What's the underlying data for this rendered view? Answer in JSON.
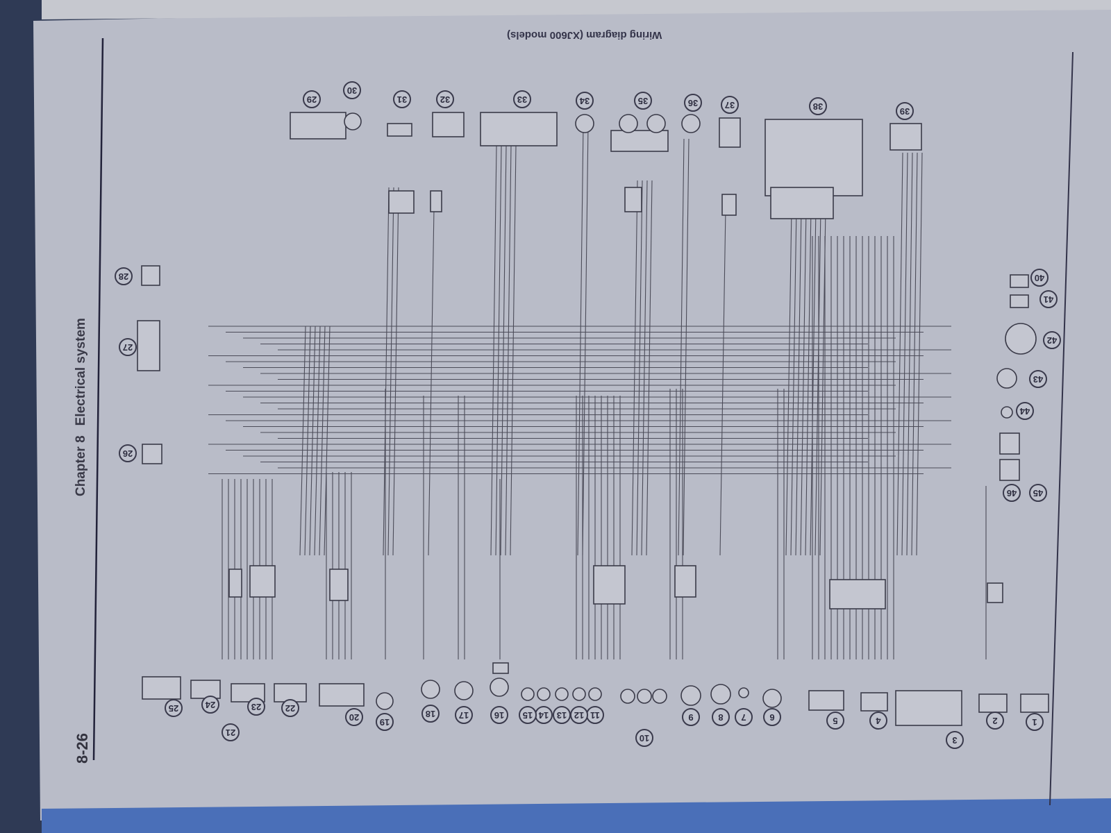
{
  "page": {
    "page_number": "8-26",
    "chapter": "Chapter 8",
    "section": "Electrical system",
    "diagram_title": "Wiring diagram (XJ600 models)"
  },
  "diagram": {
    "component_labels": [
      "1",
      "2",
      "3",
      "4",
      "5",
      "6",
      "7",
      "8",
      "9",
      "10",
      "11",
      "12",
      "13",
      "14",
      "15",
      "16",
      "17",
      "18",
      "19",
      "20",
      "21",
      "22",
      "23",
      "24",
      "25",
      "26",
      "27",
      "28",
      "29",
      "30",
      "31",
      "32",
      "33",
      "34",
      "35",
      "36",
      "37",
      "38",
      "39",
      "40",
      "41",
      "42",
      "43",
      "44",
      "45",
      "46"
    ]
  }
}
